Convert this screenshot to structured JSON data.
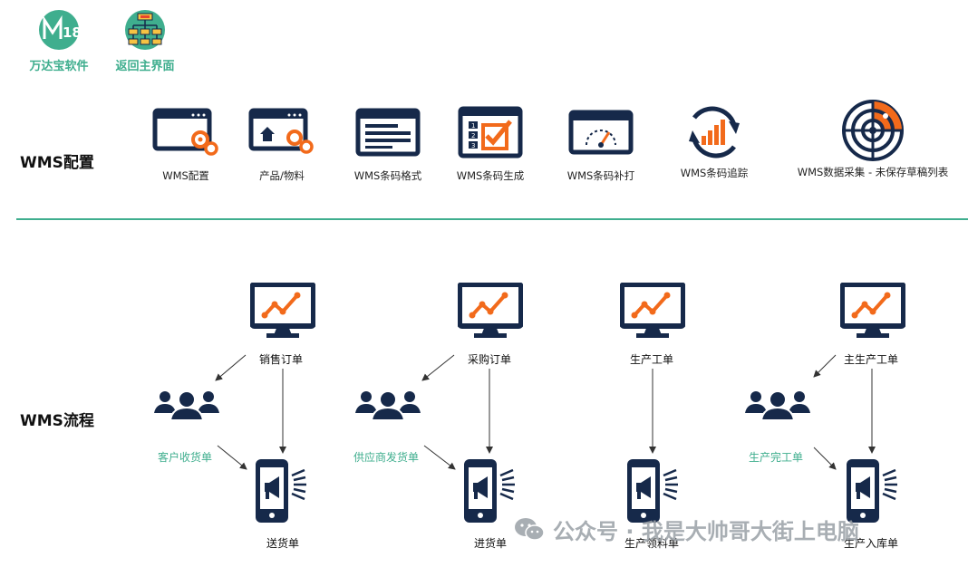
{
  "top_nav": {
    "software_label": "万达宝软件",
    "home_label": "返回主界面"
  },
  "config_section": {
    "title": "WMS配置",
    "items": [
      {
        "label": "WMS配置",
        "icon": "window-gears-icon"
      },
      {
        "label": "产品/物料",
        "icon": "window-home-gears-icon"
      },
      {
        "label": "WMS条码格式",
        "icon": "document-window-icon"
      },
      {
        "label": "WMS条码生成",
        "icon": "checklist-window-icon"
      },
      {
        "label": "WMS条码补打",
        "icon": "gauge-window-icon"
      },
      {
        "label": "WMS条码追踪",
        "icon": "refresh-chart-icon"
      },
      {
        "label": "WMS数据采集 - 未保存草稿列表",
        "icon": "radar-icon"
      }
    ]
  },
  "flow_section": {
    "title": "WMS流程",
    "columns": [
      {
        "order_label": "销售订单",
        "partner_label": "客户收货单",
        "result_label": "送货单"
      },
      {
        "order_label": "采购订单",
        "partner_label": "供应商发货单",
        "result_label": "进货单"
      },
      {
        "order_label": "生产工单",
        "partner_label": "",
        "result_label": "生产领料单"
      },
      {
        "order_label": "主生产工单",
        "partner_label": "生产完工单",
        "result_label": "生产入库单"
      }
    ]
  },
  "watermark": {
    "text": "公众号 · 我是大帅哥大街上电脑"
  },
  "colors": {
    "accent_green": "#3fae8e",
    "navy": "#16294a",
    "orange": "#f26a1b"
  }
}
